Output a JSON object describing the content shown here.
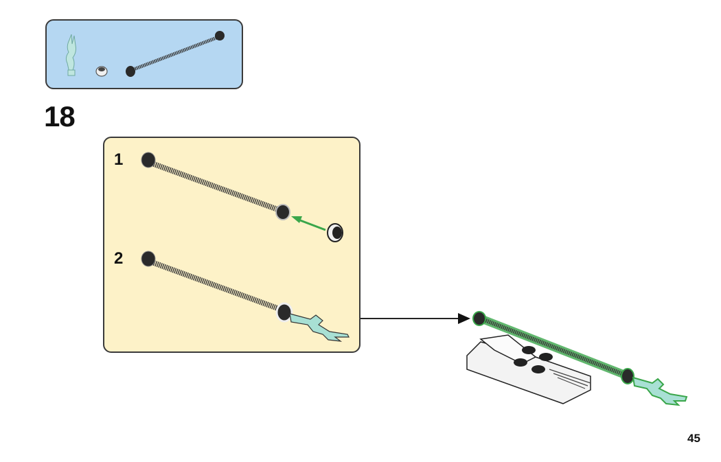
{
  "page": {
    "step_number": "18",
    "page_number": "45"
  },
  "parts_list": {
    "items": [
      {
        "name": "flame-piece",
        "color": "#9fd8cf"
      },
      {
        "name": "round-plate",
        "color": "#e8e8e8"
      },
      {
        "name": "flexible-hose",
        "color": "#2a2a2a"
      }
    ]
  },
  "substeps": [
    {
      "label": "1",
      "action": "attach round plate to hose end"
    },
    {
      "label": "2",
      "action": "insert flame into hose end"
    }
  ],
  "colors": {
    "parts_bg": "#b5d7f2",
    "substep_bg": "#fdf2c8",
    "insert_arrow": "#3aa64a",
    "highlight": "#3aa64a",
    "hose": "#2a2a2a",
    "flame": "#a8e0d4"
  }
}
